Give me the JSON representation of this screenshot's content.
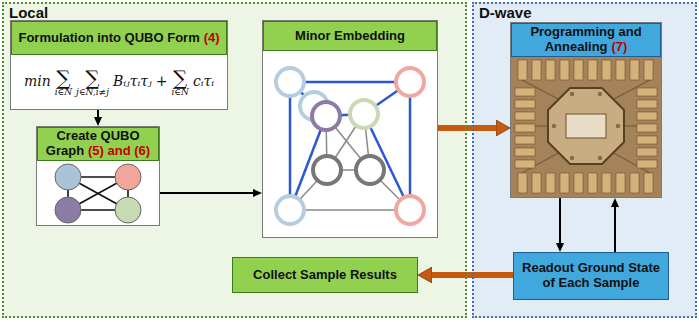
{
  "diagram": {
    "nodes": [
      {
        "text": [
          "Local"
        ]
      },
      {
        "text": [
          "Formulation into QUBO Form",
          "(4)",
          "min",
          "∑",
          "i∈N",
          "∑",
          "j∈N,i≠j",
          "Bᵢⱼτᵢτⱼ",
          "+",
          "∑",
          "i∈N",
          "cᵢτᵢ"
        ],
        "in": 0
      },
      {
        "text": [
          "Create QUBO Graph",
          "(5) and (6)"
        ],
        "in": 0
      },
      {
        "text": [
          "Minor Embedding"
        ],
        "in": 0
      },
      {
        "text": [
          "Collect Sample Results"
        ],
        "in": 0
      },
      {
        "text": [
          "D-wave"
        ]
      },
      {
        "text": [
          "Programming and Annealing",
          "(7)"
        ],
        "in": 5
      },
      {
        "text": [
          "Readout Ground State of Each Sample"
        ],
        "in": 5
      }
    ],
    "edges": [
      {
        "from": 1,
        "to": 2,
        "arrow": "to"
      },
      {
        "from": 2,
        "to": 3,
        "arrow": "to"
      },
      {
        "from": 3,
        "to": 6,
        "arrow": "to"
      },
      {
        "from": 6,
        "to": 7,
        "arrow": "to"
      },
      {
        "from": 7,
        "to": 6,
        "arrow": "to"
      },
      {
        "from": 7,
        "to": 4,
        "arrow": "to"
      }
    ]
  }
}
